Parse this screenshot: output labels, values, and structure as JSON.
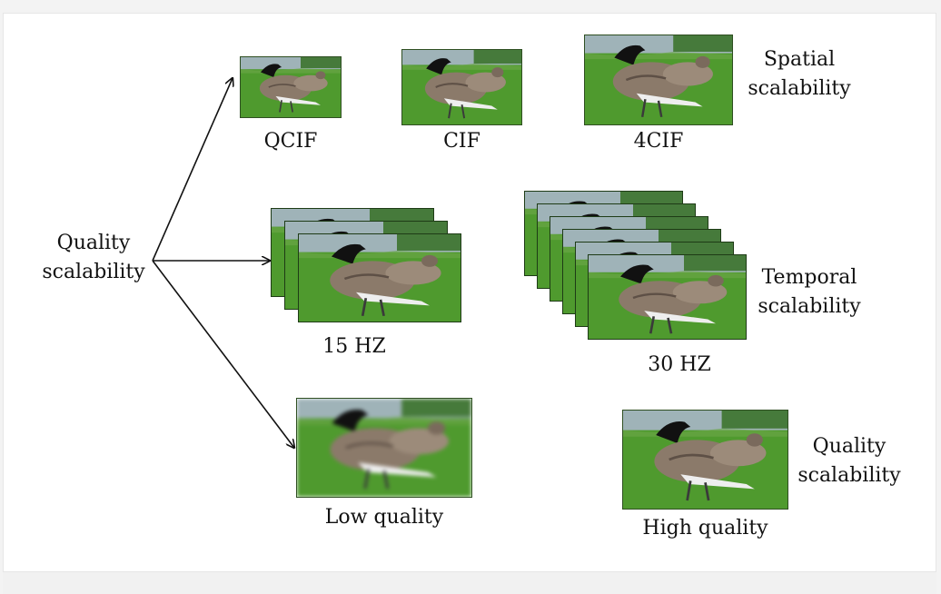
{
  "diagram": {
    "root_label": "Quality scalability",
    "spatial": {
      "caption": "Spatial scalability",
      "items": [
        "QCIF",
        "CIF",
        "4CIF"
      ]
    },
    "temporal": {
      "caption": "Temporal scalability",
      "items": [
        "15 HZ",
        "30 HZ"
      ]
    },
    "quality": {
      "caption": "Quality scalability",
      "items": [
        "Low quality",
        "High quality"
      ]
    }
  },
  "colors": {
    "grass": "#4f9a2e",
    "grass_dark": "#2f6b1c",
    "water": "#9fb3b8",
    "goose_body": "#8b7a6a",
    "goose_neck": "#111111",
    "frame_edge": "#2f4f22"
  }
}
